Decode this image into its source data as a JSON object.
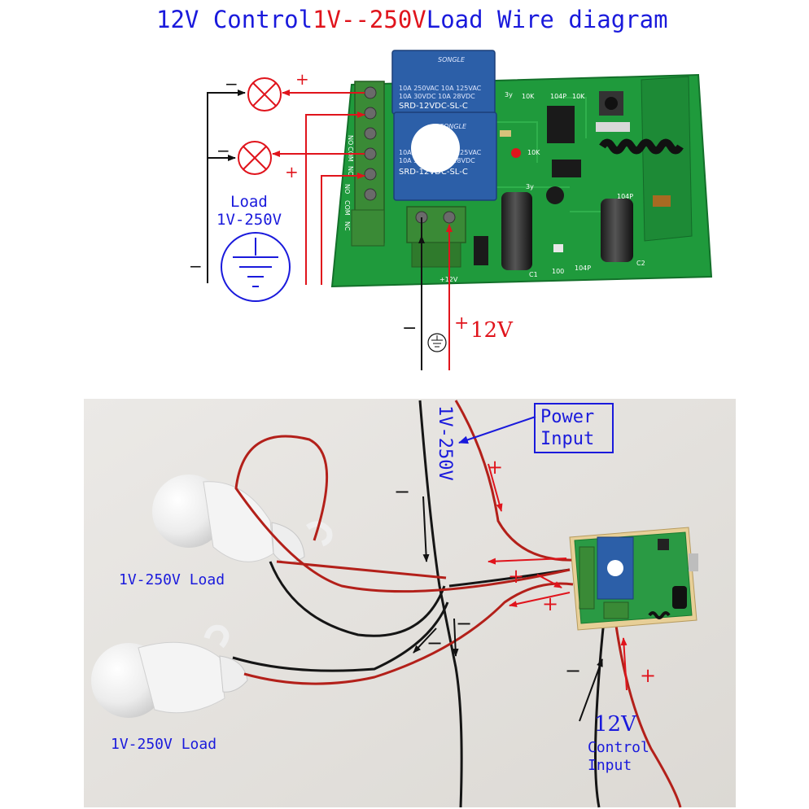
{
  "top_diagram": {
    "title": {
      "part1": "12V Control",
      "part2": "1V--250V",
      "part3": "Load Wire diagram"
    },
    "relay1": {
      "brand": "SONGLE",
      "rating_lines": [
        "10A 250VAC  10A 125VAC",
        "10A  30VDC  10A  28VDC"
      ],
      "model": "SRD-12VDC-SL-C"
    },
    "relay2": {
      "brand": "SONGLE",
      "rating_lines": [
        "10A 250VAC  10A 125VAC",
        "10A  30VDC  10A  28VDC"
      ],
      "model": "SRD-12VDC-SL-C"
    },
    "terminal_labels": [
      "NO",
      "COM",
      "NC",
      "NO",
      "COM",
      "NC"
    ],
    "board_marks": [
      "10K",
      "104P",
      "10K",
      "10K",
      "104P",
      "C1",
      "100",
      "104P",
      "C2",
      "+12V",
      "3y",
      "3y"
    ],
    "load_label_line1": "Load",
    "load_label_line2": "1V-250V",
    "minus_sign": "−",
    "plus_sign": "+",
    "power_label": "12V",
    "power_plus": "+",
    "power_minus": "−"
  },
  "bottom_photo": {
    "load_label_1": "1V-250V Load",
    "load_label_2": "1V-250V Load",
    "power_vertical": "1V-250V",
    "power_input_line1": "Power",
    "power_input_line2": "Input",
    "control_12v": "12V",
    "control_line1": "Control",
    "control_line2": "Input",
    "plus_sign": "+",
    "minus_sign": "−"
  },
  "colors": {
    "accent_blue": "#1a1adc",
    "accent_red": "#e0141c",
    "pcb_green": "#1f9a3c",
    "relay_blue": "#2c5fa8",
    "terminal_green": "#3a8a36",
    "photo_bg": "#e6e3df"
  }
}
